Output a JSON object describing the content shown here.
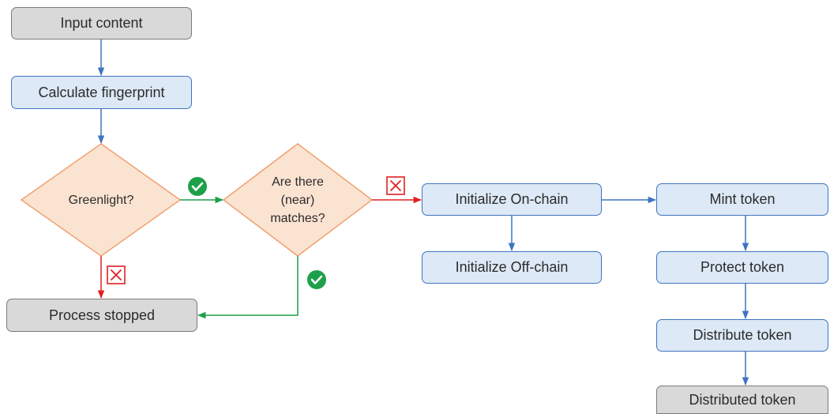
{
  "nodes": {
    "input_content": "Input content",
    "calculate_fingerprint": "Calculate fingerprint",
    "greenlight": "Greenlight?",
    "near_matches_line1": "Are there",
    "near_matches_line2": "(near)",
    "near_matches_line3": "matches?",
    "process_stopped": "Process stopped",
    "initialize_on_chain": "Initialize On-chain",
    "initialize_off_chain": "Initialize Off-chain",
    "mint_token": "Mint token",
    "protect_token": "Protect token",
    "distribute_token": "Distribute token",
    "distributed_token": "Distributed token"
  },
  "icons": {
    "yes": "check-circle-icon",
    "no": "x-box-icon"
  },
  "colors": {
    "gray_fill": "#d9d9d9",
    "blue_fill": "#dde9f6",
    "blue_stroke": "#3f74c0",
    "diamond_fill": "#fbe3d2",
    "diamond_stroke": "#f0a070",
    "yes_green": "#1e9f4a",
    "no_red": "#e02020"
  }
}
